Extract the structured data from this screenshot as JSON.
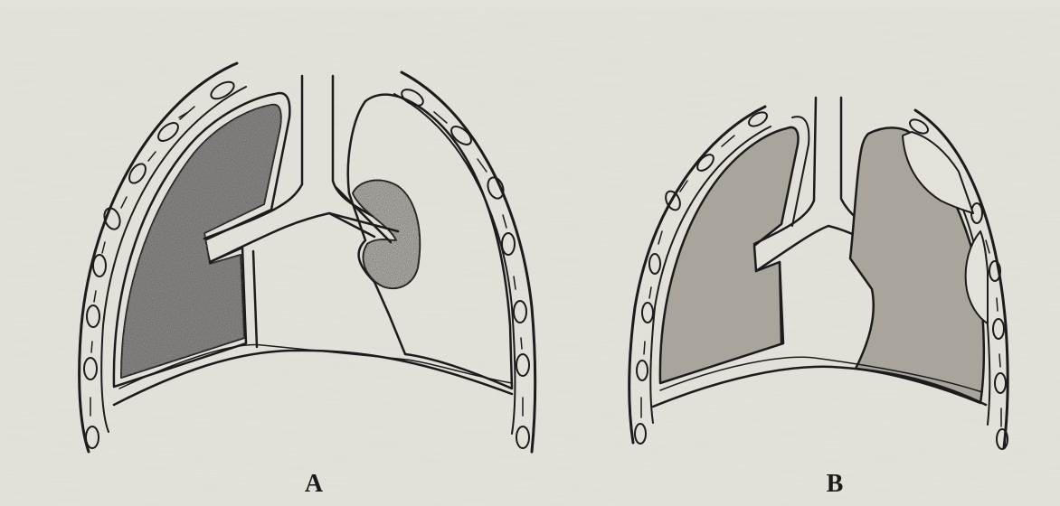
{
  "panels": [
    {
      "id": "A",
      "label": "A"
    },
    {
      "id": "B",
      "label": "B"
    }
  ],
  "colors": {
    "paper": "#e4e1da",
    "ink": "#1c1c1c",
    "stipple_fill": "#8d8a86",
    "lung_fill_b": "#a9a49c",
    "page_bleed_text": "#d3d0c8"
  }
}
